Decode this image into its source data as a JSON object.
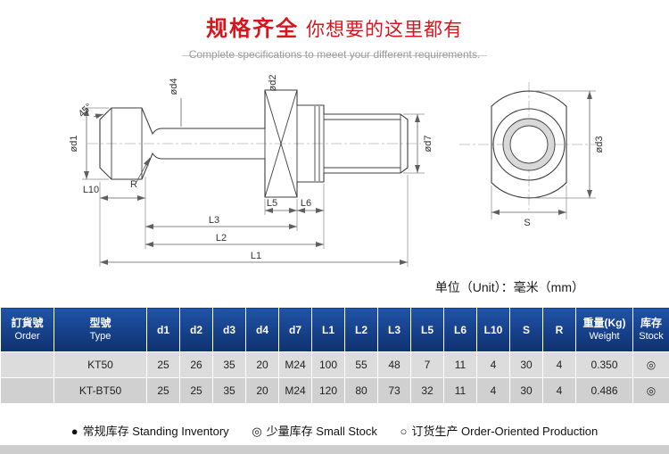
{
  "colors": {
    "accent_red": "#d8151d",
    "table_header_blue": "#15418f"
  },
  "header": {
    "title_strong": "规格齐全",
    "title_light": "你想要的这里都有",
    "subtitle": "Complete specifications to meeet your different requirements."
  },
  "drawing": {
    "labels": {
      "d1": "ød1",
      "d2": "ød2",
      "d4": "ød4",
      "d7": "ød7",
      "d3": "ød3",
      "angle": "45°",
      "r": "R",
      "l10": "L10",
      "l5": "L5",
      "l6": "L6",
      "l3": "L3",
      "l2": "L2",
      "l1": "L1",
      "s": "S"
    }
  },
  "unit_note": "单位（Unit）：毫米（mm）",
  "table": {
    "order_header": {
      "zh": "訂貨號",
      "en": "Order"
    },
    "type_header": {
      "zh": "型號",
      "en": "Type"
    },
    "dim_headers": [
      "d1",
      "d2",
      "d3",
      "d4",
      "d7",
      "L1",
      "L2",
      "L3",
      "L5",
      "L6",
      "L10",
      "S",
      "R"
    ],
    "weight_header": {
      "zh": "重量(Kg)",
      "en": "Weight"
    },
    "stock_header": {
      "zh": "库存",
      "en": "Stock"
    },
    "rows": [
      {
        "order": "",
        "type": "KT50",
        "values": [
          "25",
          "26",
          "35",
          "20",
          "M24",
          "100",
          "55",
          "48",
          "7",
          "11",
          "4",
          "30",
          "4"
        ],
        "weight": "0.350",
        "stock": "◎"
      },
      {
        "order": "",
        "type": "KT-BT50",
        "values": [
          "25",
          "25",
          "35",
          "20",
          "M24",
          "120",
          "80",
          "73",
          "32",
          "11",
          "4",
          "30",
          "4"
        ],
        "weight": "0.486",
        "stock": "◎"
      }
    ]
  },
  "legend": [
    {
      "symbol": "●",
      "label": "常规库存 Standing Inventory"
    },
    {
      "symbol": "◎",
      "label": "少量库存 Small Stock"
    },
    {
      "symbol": "○",
      "label": "订货生产 Order-Oriented Production"
    }
  ]
}
